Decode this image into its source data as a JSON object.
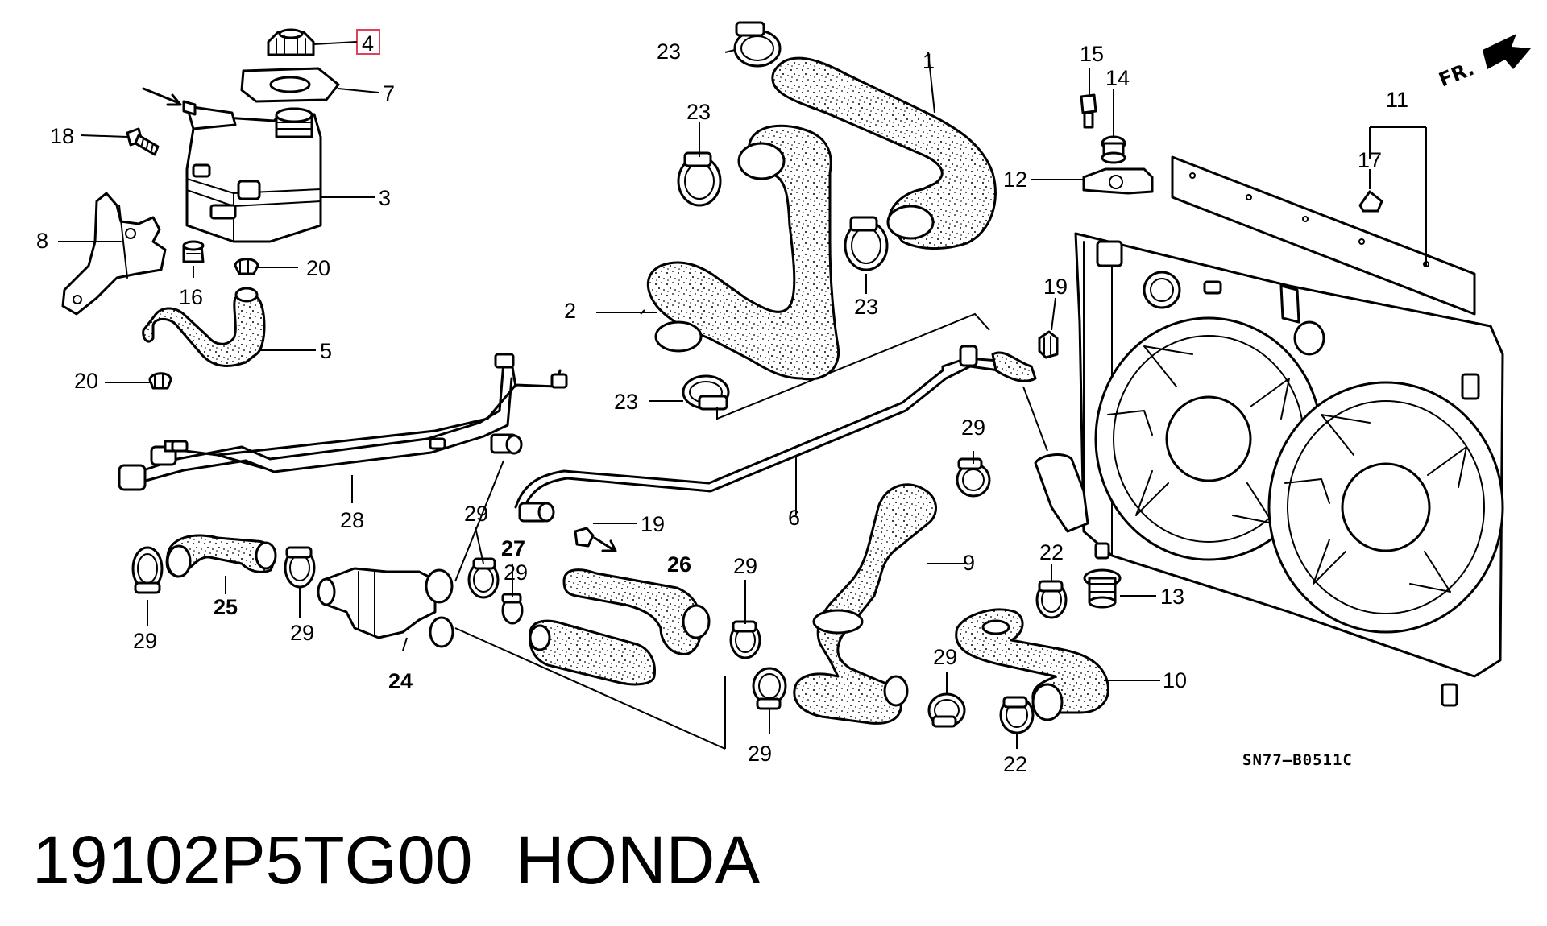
{
  "direction_marker": "FR.",
  "diagram_code": "SN77–B0511C",
  "caption": {
    "part_number": "19102P5TG00",
    "brand": "HONDA"
  },
  "highlight": {
    "color": "#e0405a",
    "callout": "4"
  },
  "callouts": {
    "c1": "1",
    "c2": "2",
    "c3": "3",
    "c4": "4",
    "c5": "5",
    "c6": "6",
    "c7": "7",
    "c8": "8",
    "c9": "9",
    "c10": "10",
    "c11": "11",
    "c12": "12",
    "c13": "13",
    "c14": "14",
    "c15": "15",
    "c16": "16",
    "c17": "17",
    "c18": "18",
    "c19a": "19",
    "c19b": "19",
    "c20a": "20",
    "c20b": "20",
    "c22a": "22",
    "c22b": "22",
    "c23a": "23",
    "c23b": "23",
    "c23c": "23",
    "c23d": "23",
    "c24": "24",
    "c25": "25",
    "c26": "26",
    "c27": "27",
    "c28": "28",
    "c29a": "29",
    "c29b": "29",
    "c29c": "29",
    "c29d": "29",
    "c29e": "29",
    "c29f": "29",
    "c29g": "29",
    "c29h": "29"
  }
}
